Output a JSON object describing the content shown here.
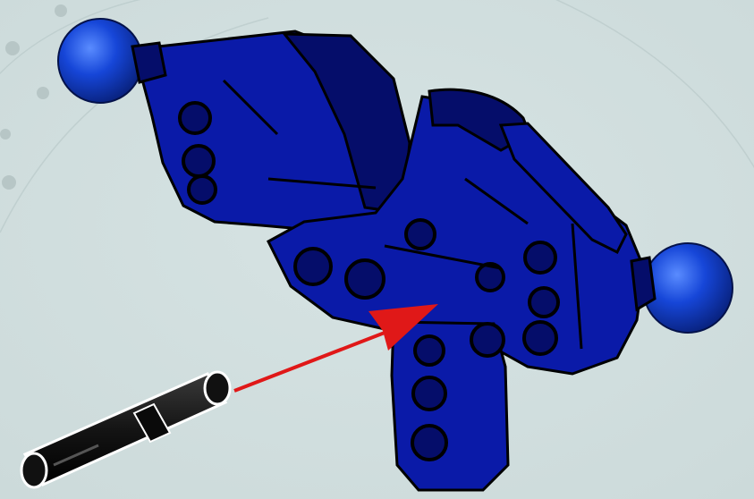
{
  "scene": {
    "kind": "building-instruction-step",
    "background_color": "#ccdada",
    "part_color": "#0a1aa8",
    "part_shadow_color": "#050d6a",
    "ball_joint_color": "#1646d8",
    "pin_color": "#141414",
    "arrow_color": "#e01818",
    "ball_joint_count": 2,
    "pin_count": 1,
    "arrow_count": 1
  }
}
